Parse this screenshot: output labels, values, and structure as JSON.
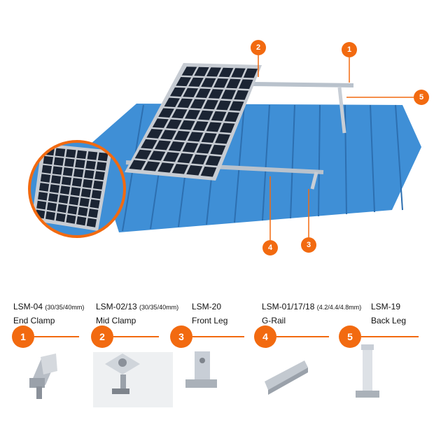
{
  "colors": {
    "accent": "#f26a10",
    "roof": "#3f8fd6",
    "panel": "#1b2433"
  },
  "callouts": [
    "1",
    "2",
    "3",
    "4",
    "5"
  ],
  "parts": [
    {
      "number": "1",
      "code": "LSM-04",
      "spec": "(30/35/40mm)",
      "name": "End Clamp"
    },
    {
      "number": "2",
      "code": "LSM-02/13",
      "spec": "(30/35/40mm)",
      "name": "Mid Clamp"
    },
    {
      "number": "3",
      "code": "LSM-20",
      "spec": "",
      "name": "Front Leg"
    },
    {
      "number": "4",
      "code": "LSM-01/17/18",
      "spec": "(4.2/4.4/4.8mm)",
      "name": "G-Rail"
    },
    {
      "number": "5",
      "code": "LSM-19",
      "spec": "",
      "name": "Back Leg"
    }
  ]
}
